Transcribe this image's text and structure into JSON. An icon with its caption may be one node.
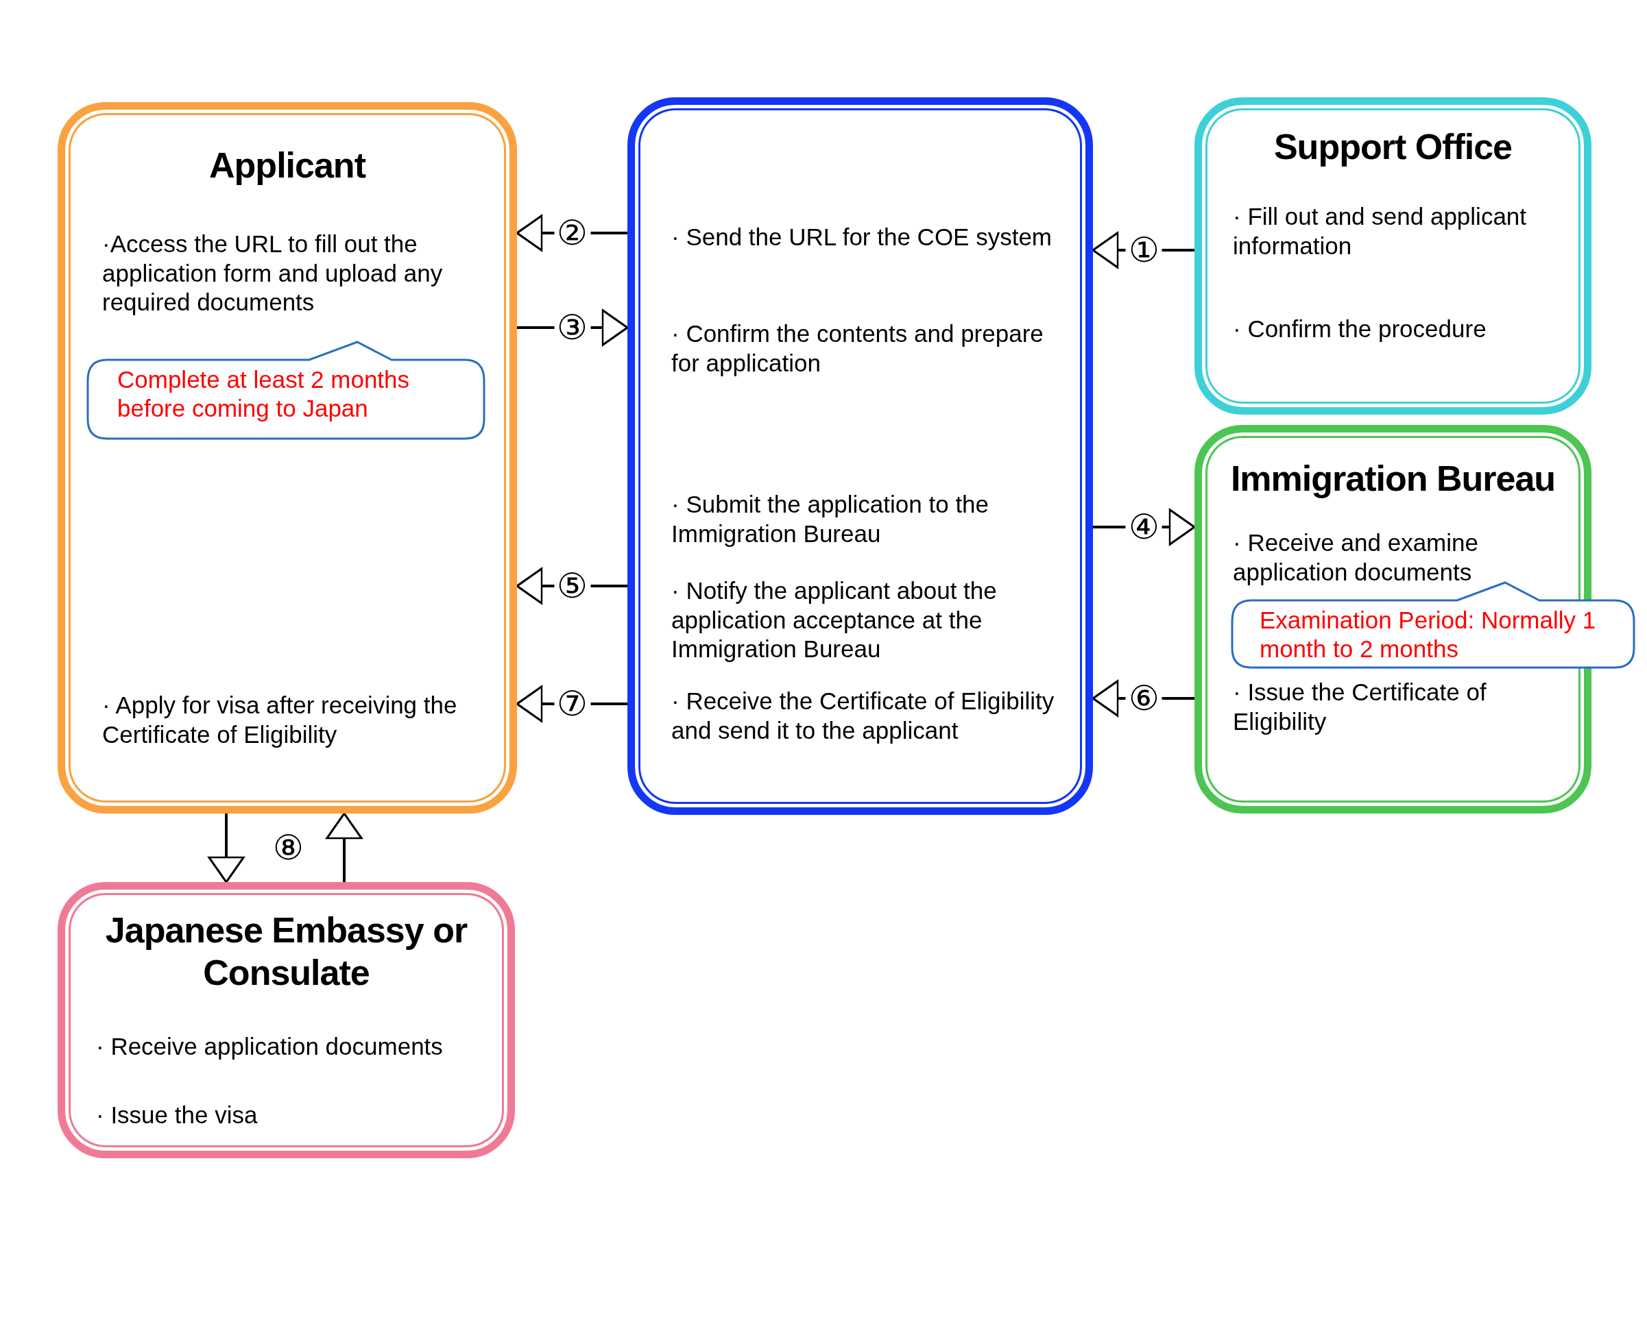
{
  "diagram": {
    "nodes": [
      {
        "text": [
          "Applicant",
          "·Access the URL to fill out the application form and upload any required documents",
          "· Apply for visa after receiving the Certificate of Eligibility"
        ]
      },
      {
        "text": [
          "Complete at least 2 months before coming to Japan"
        ],
        "in": 0
      },
      {
        "text": [
          "· Send the URL for the COE system",
          "· Confirm the contents and prepare for application",
          "· Submit the application to the Immigration Bureau",
          "· Notify the applicant about the application acceptance at the Immigration Bureau",
          "· Receive the Certificate of Eligibility and send it to the applicant"
        ]
      },
      {
        "text": [
          "Support Office",
          "· Fill out and send applicant information",
          "· Confirm the procedure"
        ]
      },
      {
        "text": [
          "Immigration Bureau",
          "· Receive and examine application documents",
          "· Issue the Certificate of Eligibility"
        ]
      },
      {
        "text": [
          "Examination Period: Normally 1 month to 2 months"
        ]
      },
      {
        "text": [
          "Japanese Embassy or Consulate",
          "· Receive application documents",
          "· Issue the visa"
        ]
      }
    ],
    "edges": [
      {
        "from": 3,
        "to": 2,
        "arrow": "to",
        "label": "①"
      },
      {
        "from": 2,
        "to": 0,
        "arrow": "to",
        "label": "②"
      },
      {
        "from": 0,
        "to": 2,
        "arrow": "to",
        "label": "③"
      },
      {
        "from": 2,
        "to": 4,
        "arrow": "to",
        "label": "④"
      },
      {
        "from": 2,
        "to": 0,
        "arrow": "to",
        "label": "⑤"
      },
      {
        "from": 4,
        "to": 2,
        "arrow": "to",
        "label": "⑥"
      },
      {
        "from": 2,
        "to": 0,
        "arrow": "to",
        "label": "⑦"
      },
      {
        "from": 0,
        "to": 6,
        "arrow": "to",
        "label": "⑧"
      },
      {
        "from": 6,
        "to": 0,
        "arrow": "to"
      }
    ]
  }
}
